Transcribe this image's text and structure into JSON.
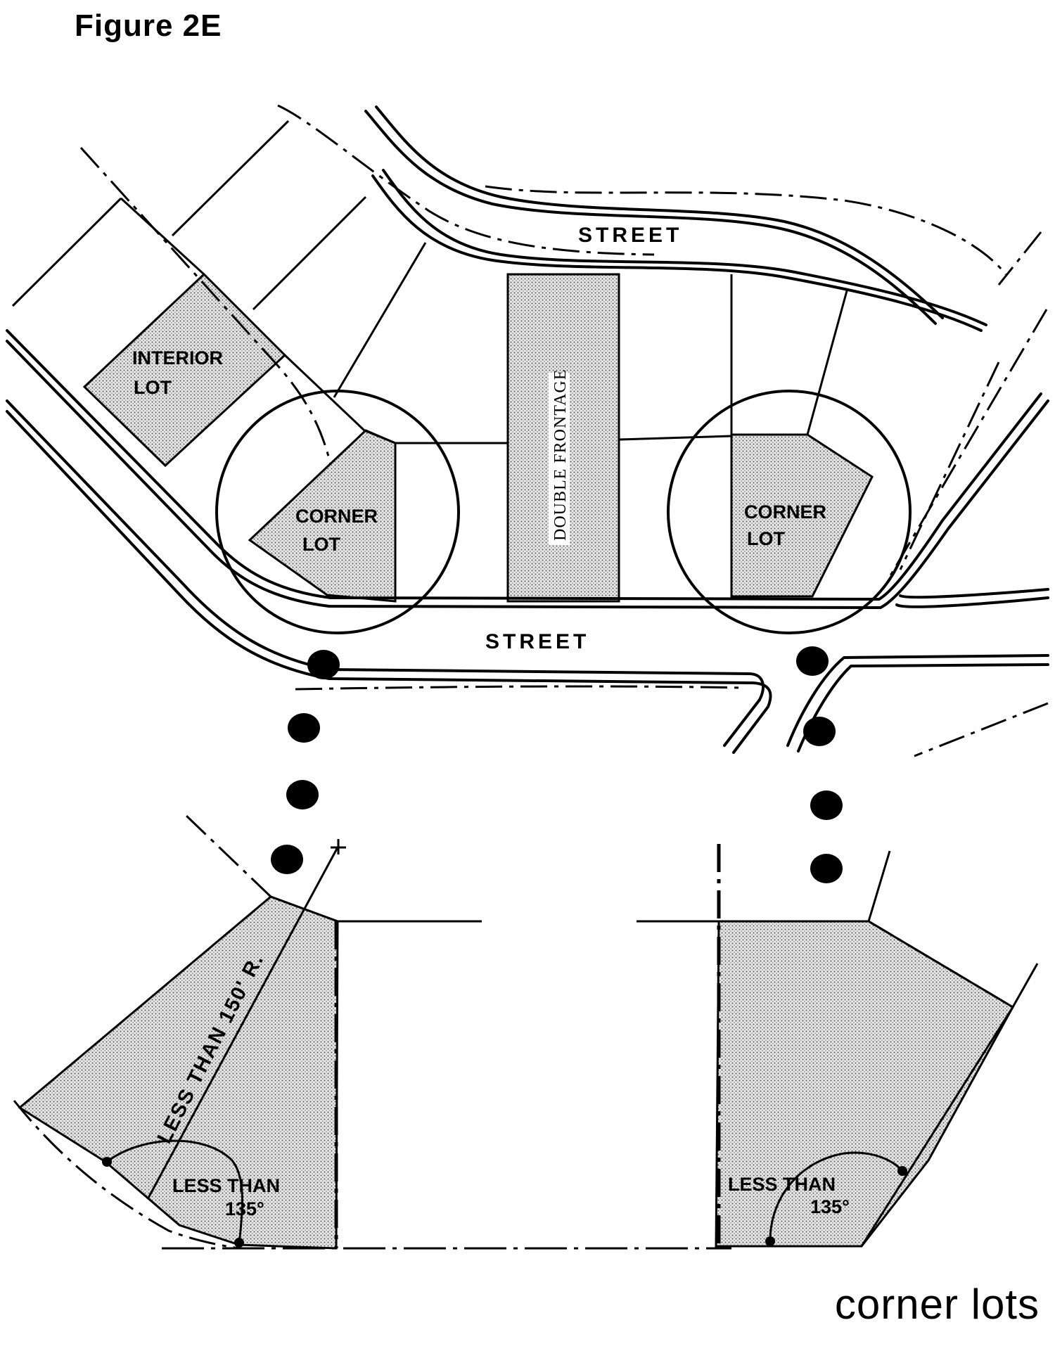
{
  "figure_label": "Figure 2E",
  "caption": "corner lots",
  "labels": {
    "street_top": "STREET",
    "street_bottom": "STREET",
    "interior_lot_line1": "INTERIOR",
    "interior_lot_line2": "LOT",
    "corner_lot_left_line1": "CORNER",
    "corner_lot_left_line2": "LOT",
    "corner_lot_right_line1": "CORNER",
    "corner_lot_right_line2": "LOT",
    "double_frontage": "DOUBLE FRONTAGE",
    "radius_note": "LESS THAN 150' R.",
    "angle_left_line1": "LESS THAN",
    "angle_left_line2": "135°",
    "angle_right_line1": "LESS THAN",
    "angle_right_line2": "135°"
  }
}
